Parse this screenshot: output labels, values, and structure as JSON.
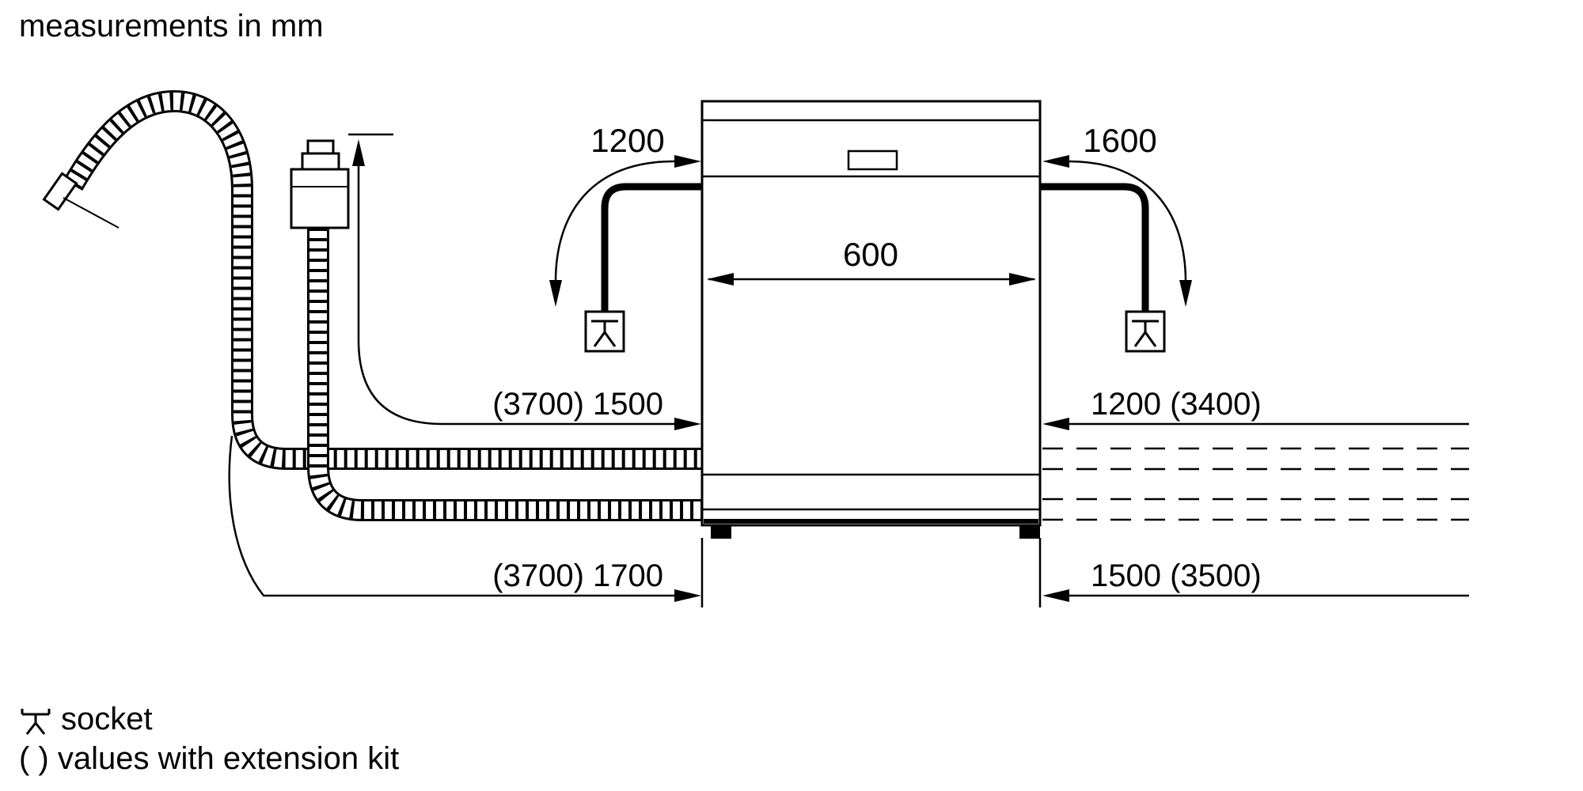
{
  "title": "measurements in mm",
  "dimensions": {
    "power_cord_left": "1200",
    "power_cord_right": "1600",
    "appliance_width": "600",
    "supply_hose_left": "(3700) 1500",
    "supply_hose_right": "1200 (3400)",
    "drain_hose_left": "(3700) 1700",
    "drain_hose_right": "1500 (3500)"
  },
  "legend": {
    "socket_label": "socket",
    "extension_label": "( ) values with extension kit"
  },
  "colors": {
    "line": "#000000",
    "background": "#ffffff"
  }
}
